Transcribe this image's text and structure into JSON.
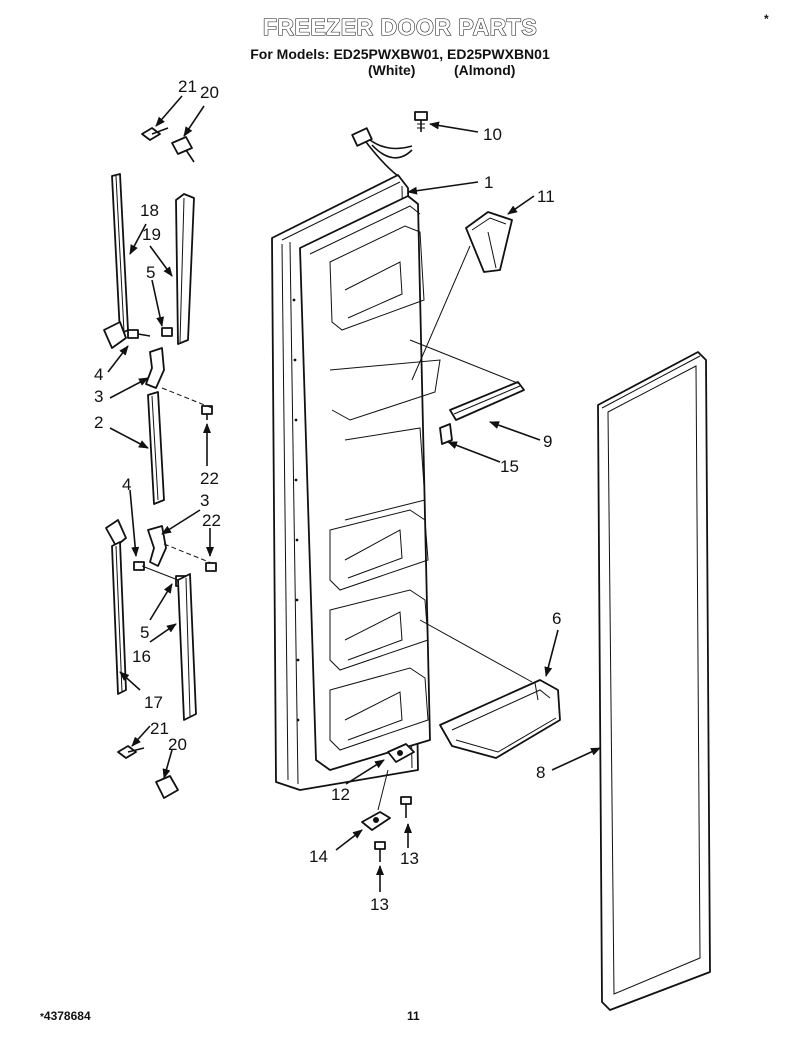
{
  "header": {
    "title": "FREEZER DOOR PARTS",
    "models_line": "For Models: ED25PWXBW01, ED25PWXBN01",
    "finish_white": "(White)",
    "finish_almond": "(Almond)"
  },
  "corner_mark": "*",
  "footer": {
    "doc_number": "4378684",
    "page_number": "11"
  },
  "callouts": {
    "c1": "1",
    "c2": "2",
    "c3a": "3",
    "c3b": "3",
    "c4a": "4",
    "c4b": "4",
    "c5a": "5",
    "c5b": "5",
    "c6": "6",
    "c8": "8",
    "c9": "9",
    "c10": "10",
    "c11": "11",
    "c12": "12",
    "c13a": "13",
    "c13b": "13",
    "c14": "14",
    "c15": "15",
    "c16": "16",
    "c17": "17",
    "c18": "18",
    "c19": "19",
    "c20a": "20",
    "c20b": "20",
    "c21a": "21",
    "c21b": "21",
    "c22a": "22",
    "c22b": "22"
  }
}
